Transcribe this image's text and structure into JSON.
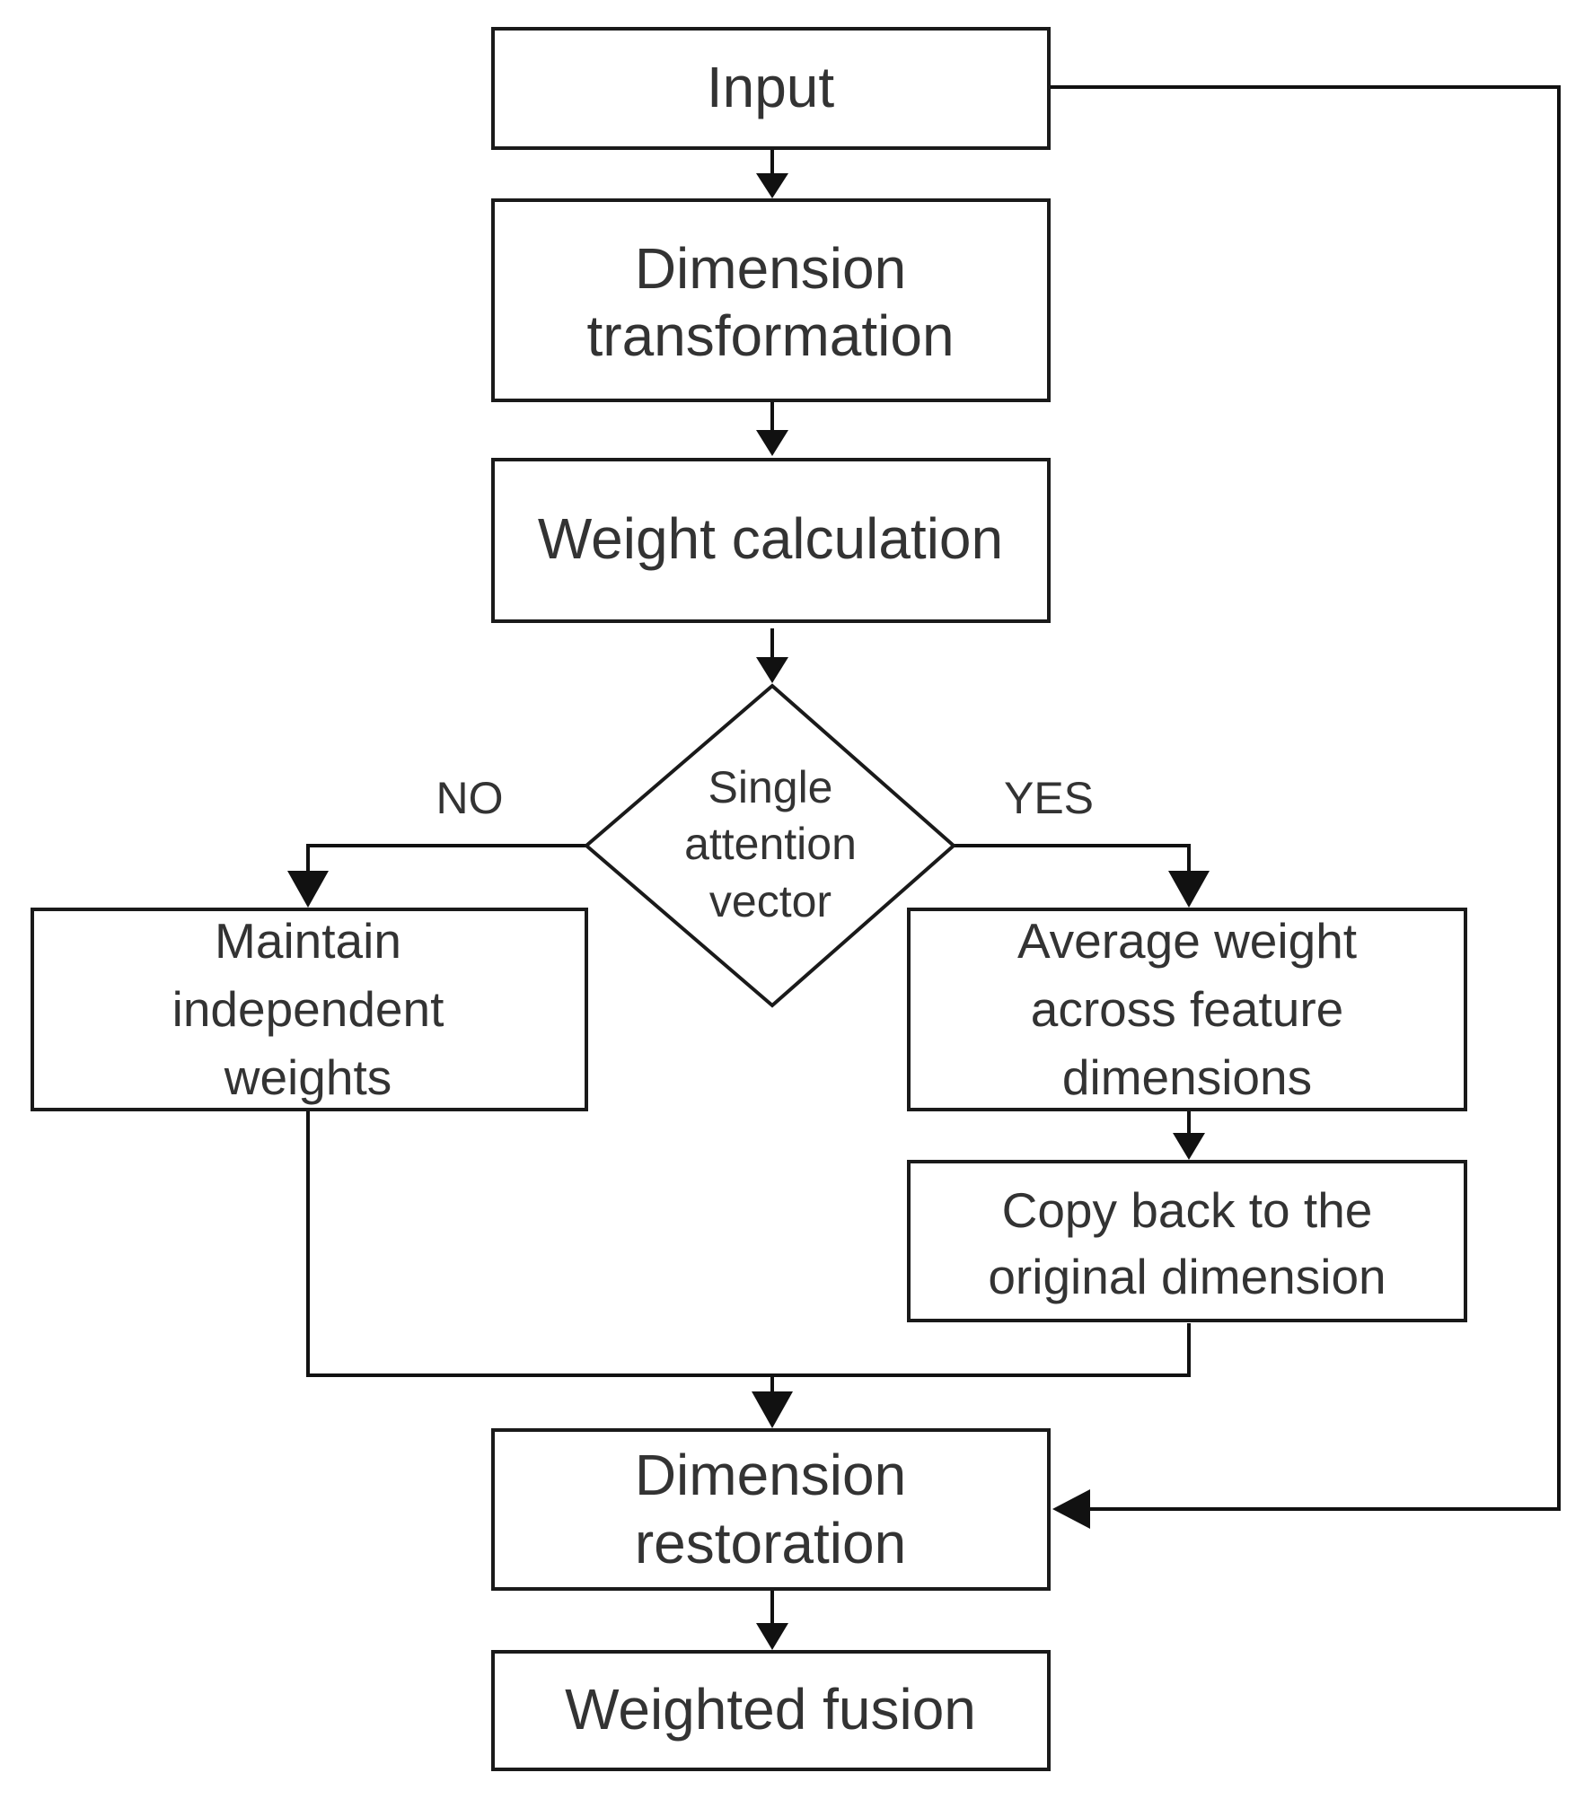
{
  "diagram": {
    "nodes": {
      "input": {
        "line1": "Input"
      },
      "dimension_transformation": {
        "line1": "Dimension",
        "line2": "transformation"
      },
      "weight_calculation": {
        "line1": "Weight calculation"
      },
      "decision": {
        "line1": "Single",
        "line2": "attention",
        "line3": "vector"
      },
      "maintain_weights": {
        "line1": "Maintain",
        "line2": "independent",
        "line3": "weights"
      },
      "average_weight": {
        "line1": "Average weight",
        "line2": "across feature",
        "line3": "dimensions"
      },
      "copy_back": {
        "line1": "Copy back to the",
        "line2": "original dimension"
      },
      "dimension_restoration": {
        "line1": "Dimension",
        "line2": "restoration"
      },
      "weighted_fusion": {
        "line1": "Weighted fusion"
      }
    },
    "branches": {
      "no": "NO",
      "yes": "YES"
    },
    "colors": {
      "stroke": "#1a1a1a",
      "text": "#333333",
      "background": "#ffffff"
    }
  }
}
